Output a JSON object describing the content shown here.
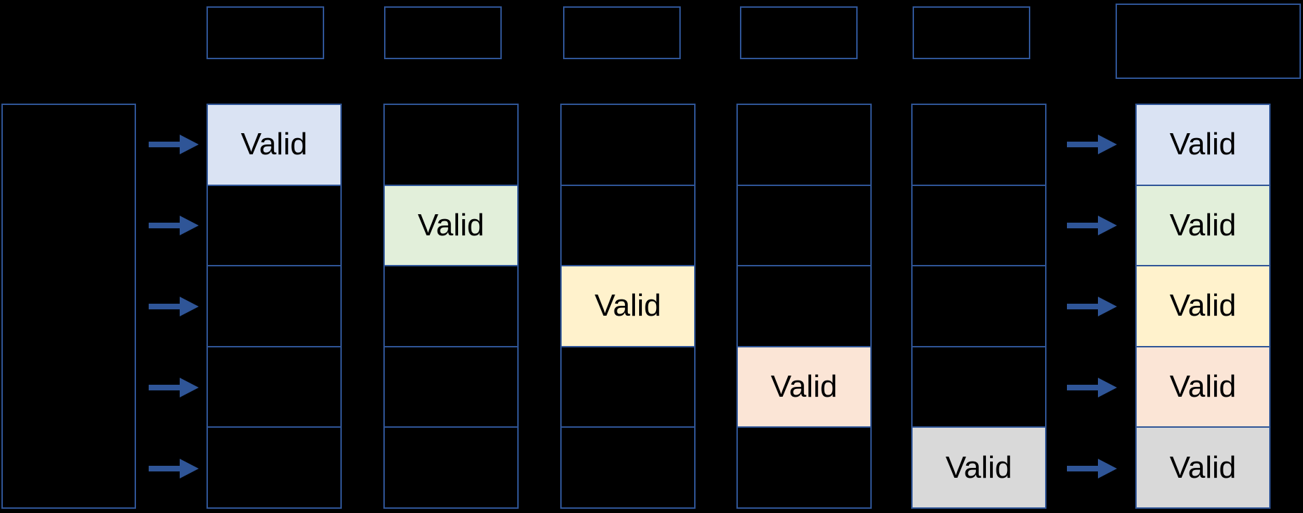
{
  "palette": {
    "background": "#000000",
    "border": "#2F5597",
    "arrow": "#2F5597",
    "text": "#000000",
    "blue": "#DAE3F3",
    "green": "#E2EFDA",
    "yellow": "#FFF2CC",
    "orange": "#FBE5D6",
    "gray": "#D9D9D9"
  },
  "labels": {
    "valid": "Valid"
  },
  "grid": {
    "rows": 5,
    "ways": [
      {
        "valid_row": 1,
        "valid_color": "blue"
      },
      {
        "valid_row": 2,
        "valid_color": "green"
      },
      {
        "valid_row": 3,
        "valid_color": "yellow"
      },
      {
        "valid_row": 4,
        "valid_color": "orange"
      },
      {
        "valid_row": 5,
        "valid_color": "gray"
      }
    ],
    "result": [
      {
        "color": "blue"
      },
      {
        "color": "green"
      },
      {
        "color": "yellow"
      },
      {
        "color": "orange"
      },
      {
        "color": "gray"
      }
    ]
  }
}
